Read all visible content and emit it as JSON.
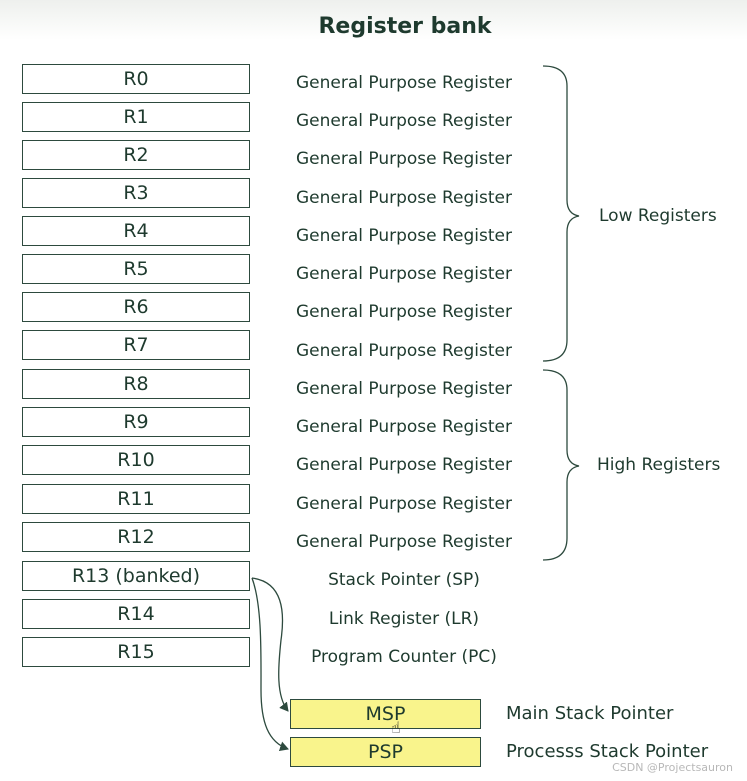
{
  "title": "Register bank",
  "registers": [
    {
      "name": "R0",
      "description": "General Purpose Register"
    },
    {
      "name": "R1",
      "description": "General Purpose Register"
    },
    {
      "name": "R2",
      "description": "General Purpose Register"
    },
    {
      "name": "R3",
      "description": "General Purpose Register"
    },
    {
      "name": "R4",
      "description": "General Purpose Register"
    },
    {
      "name": "R5",
      "description": "General Purpose Register"
    },
    {
      "name": "R6",
      "description": "General Purpose Register"
    },
    {
      "name": "R7",
      "description": "General Purpose Register"
    },
    {
      "name": "R8",
      "description": "General Purpose Register"
    },
    {
      "name": "R9",
      "description": "General Purpose Register"
    },
    {
      "name": "R10",
      "description": "General Purpose Register"
    },
    {
      "name": "R11",
      "description": "General Purpose Register"
    },
    {
      "name": "R12",
      "description": "General Purpose Register"
    },
    {
      "name": "R13 (banked)",
      "description": "Stack Pointer (SP)"
    },
    {
      "name": "R14",
      "description": "Link Register (LR)"
    },
    {
      "name": "R15",
      "description": "Program Counter (PC)"
    }
  ],
  "groups": {
    "low": "Low Registers",
    "high": "High Registers"
  },
  "stack_pointers": [
    {
      "name": "MSP",
      "description": "Main Stack Pointer"
    },
    {
      "name": "PSP",
      "description": "Processs Stack Pointer"
    }
  ],
  "colors": {
    "text": "#1e3a2e",
    "border": "#2d4a3e",
    "stack_fill": "#f9f48c"
  },
  "watermark": "CSDN @Projectsauron"
}
